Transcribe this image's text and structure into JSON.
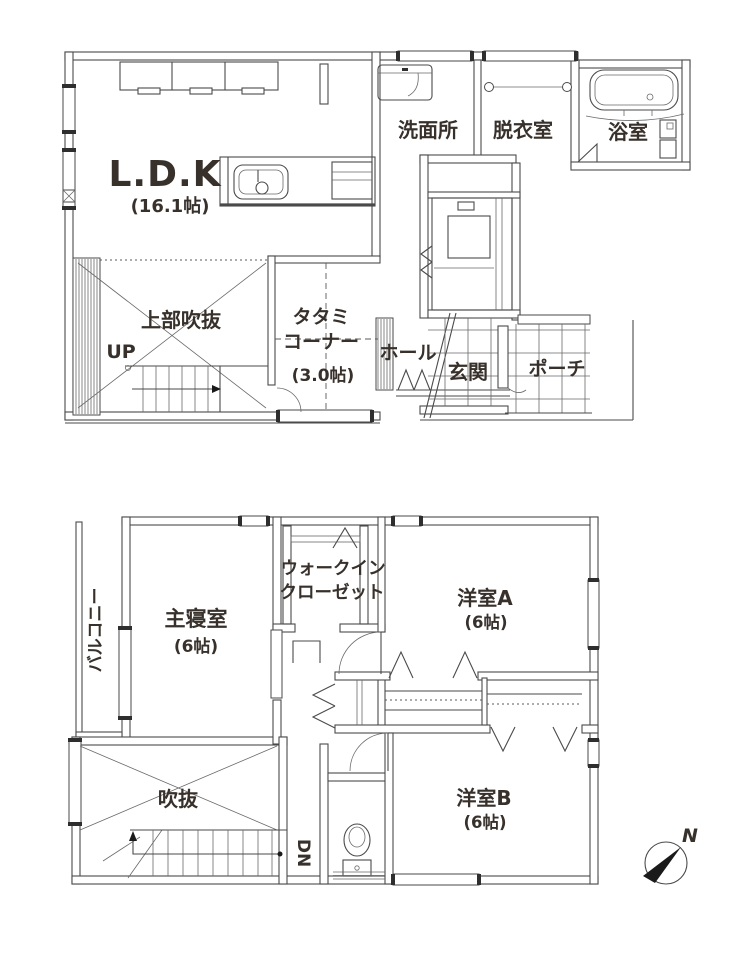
{
  "document": {
    "kind": "floor-plan",
    "colors": {
      "text": "#37302b",
      "line": "#4a4a4a",
      "needle": "#1a1a1a"
    }
  },
  "floor1": {
    "ldk_name": "L.D.K",
    "ldk_size": "(16.1帖)",
    "washroom": "洗面所",
    "dressing": "脱衣室",
    "bath": "浴室",
    "void_above": "上部吹抜",
    "up": "UP",
    "tatami_line1": "タタミ",
    "tatami_line2": "コーナー",
    "tatami_size": "(3.0帖)",
    "hall": "ホール",
    "entrance": "玄関",
    "porch": "ポーチ"
  },
  "floor2": {
    "balcony": "バルコニー",
    "master_name": "主寝室",
    "master_size": "(6帖)",
    "wic_line1": "ウォークイン",
    "wic_line2": "クローゼット",
    "room_a_name": "洋室A",
    "room_a_size": "(6帖)",
    "room_b_name": "洋室B",
    "room_b_size": "(6帖)",
    "void": "吹抜",
    "dn": "DN",
    "compass_n": "N"
  }
}
